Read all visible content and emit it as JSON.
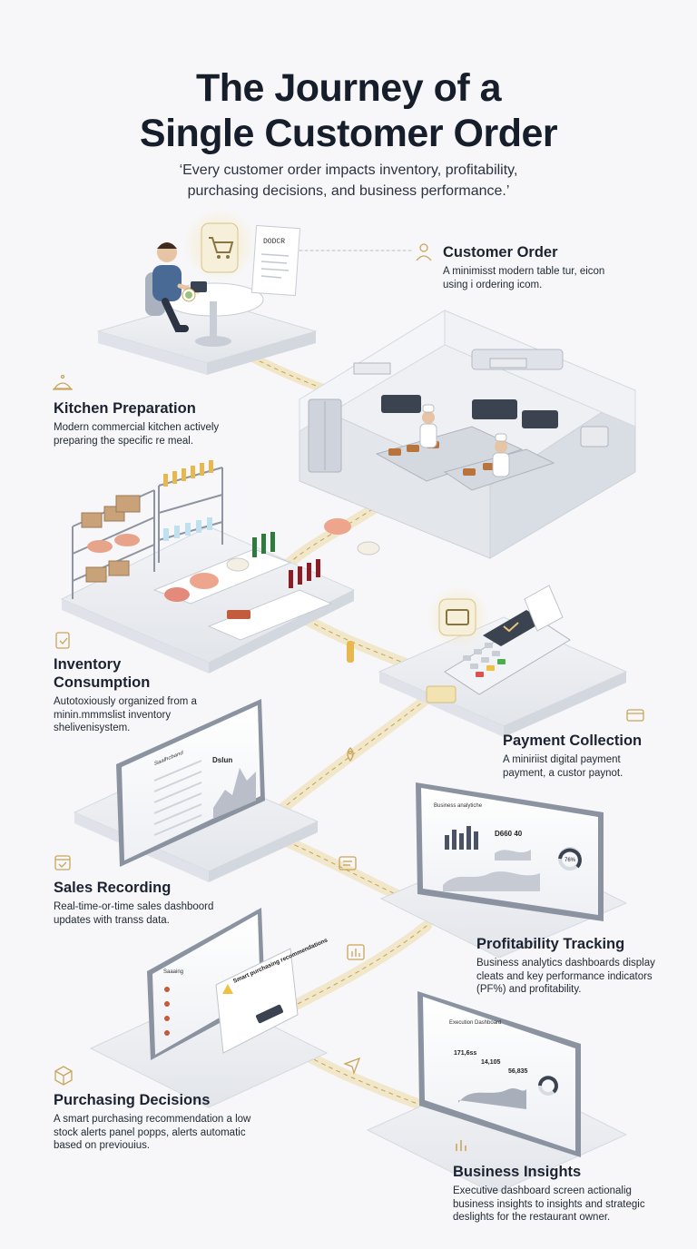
{
  "header": {
    "title_line1": "The Journey of a",
    "title_line2": "Single Customer Order",
    "subtitle_line1": "‘Every customer order impacts inventory, profitability,",
    "subtitle_line2": "purchasing decisions, and business performance.’"
  },
  "steps": [
    {
      "id": "customer-order",
      "title": "Customer Order",
      "desc": "A minimisst modern table tur, eicon using i ordering icom.",
      "icon": "person-icon"
    },
    {
      "id": "kitchen-preparation",
      "title": "Kitchen Preparation",
      "desc": "Modern commercial kitchen actively preparing the specific re meal.",
      "icon": "cloche-icon"
    },
    {
      "id": "inventory-consumption",
      "title": "Inventory Consumption",
      "desc": "Autotoxiously organized from a minin.mmmslist inventory shelivenisystem.",
      "icon": "clipboard-icon"
    },
    {
      "id": "payment-collection",
      "title": "Payment Collection",
      "desc": "A miniriist digital payment payment, a custor paynot.",
      "icon": "card-icon"
    },
    {
      "id": "sales-recording",
      "title": "Sales Recording",
      "desc": "Real-time-or-time sales dashboord updates with transs data.",
      "icon": "calendar-icon"
    },
    {
      "id": "profitability-tracking",
      "title": "Profitability Tracking",
      "desc": "Business analytics dashboards display cleats and key performance indicators (PF%) and profitability.",
      "icon": "chart-icon"
    },
    {
      "id": "purchasing-decisions",
      "title": "Purchasing Decisions",
      "desc": "A smart purchasing recommendation a low stock alerts panel popps, alerts automatic based on previouius.",
      "icon": "box-icon"
    },
    {
      "id": "business-insights",
      "title": "Business Insights",
      "desc": "Executive dashboard screen actionalig business insights to insights and strategic deslights for the restaurant owner.",
      "icon": "bars-icon"
    }
  ],
  "illustrations": {
    "receipt_header": "DODCR",
    "sales_dashboard_title": "Saalhcband",
    "sales_dashboard_value": "Dslun",
    "profit_dashboard_title": "Business analytiche",
    "profit_value": "D660 40",
    "profit_gauge": "76%",
    "purchase_panel_title": "Saaaing",
    "purchase_popup_title": "Smart purchasing recommendations",
    "insights_dashboard_title": "Execution Dashboard",
    "insights_value_1": "171,6ss",
    "insights_value_2": "14,105",
    "insights_value_3": "56,835"
  },
  "colors": {
    "title": "#161d2b",
    "text": "#1c2430",
    "path_gold": "#e8cf8a",
    "platform": "#eceef2",
    "accent_blue": "#3b5f8c"
  }
}
